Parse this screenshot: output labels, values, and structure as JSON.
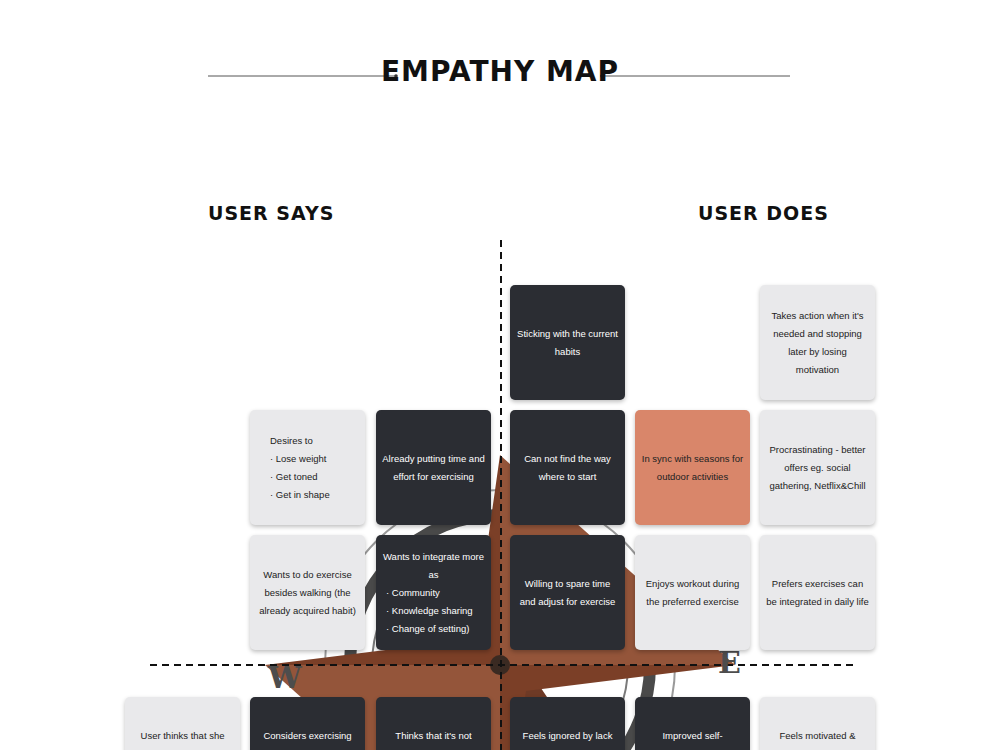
{
  "diagram": {
    "title": "EMPATHY MAP",
    "nodes": [
      {
        "text": [
          "Sticking with the current habits"
        ]
      },
      {
        "text": [
          "Takes action when it's needed and stopping later by losing motivation"
        ]
      },
      {
        "text": [
          "Desires to",
          "· Lose weight",
          "· Get toned",
          "· Get in shape"
        ]
      },
      {
        "text": [
          "Already putting time and effort for  exercising"
        ]
      },
      {
        "text": [
          "Can not find the way where to start"
        ]
      },
      {
        "text": [
          "In sync with seasons for outdoor activities"
        ]
      },
      {
        "text": [
          "Procrastinating - better offers eg. social gathering, Netflix&Chill"
        ]
      },
      {
        "text": [
          "Wants to do exercise besides walking (the already acquired habit)"
        ]
      },
      {
        "text": [
          "Wants to integrate more as",
          "· Community",
          "· Knowledge sharing",
          "· Change of setting)"
        ]
      },
      {
        "text": [
          "Willing to spare time and adjust for exercise"
        ]
      },
      {
        "text": [
          "Enjoys workout during the preferred exercise"
        ]
      },
      {
        "text": [
          "Prefers exercises can be integrated in daily life"
        ]
      },
      {
        "text": [
          "User thinks that she"
        ]
      },
      {
        "text": [
          "Considers exercising"
        ]
      },
      {
        "text": [
          "Thinks that it's not"
        ]
      },
      {
        "text": [
          "Feels ignored by lack"
        ]
      },
      {
        "text": [
          "Improved self-"
        ]
      },
      {
        "text": [
          "Feels motivated &"
        ]
      }
    ],
    "labels": [
      "USER SAYS",
      "USER DOES",
      "W",
      "E"
    ]
  }
}
